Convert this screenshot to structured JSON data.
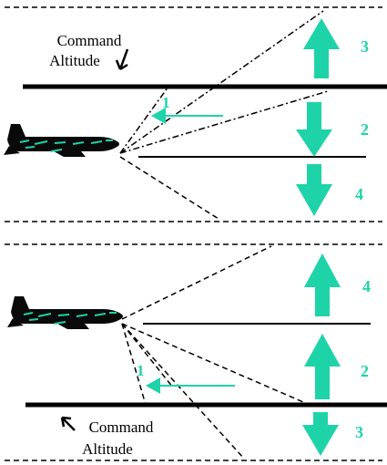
{
  "colors": {
    "accent": "#1fd3a8",
    "line": "#000000",
    "background": "#ffffff"
  },
  "panels": [
    {
      "label_line1": "Command",
      "label_line2": "Altitude",
      "sense_1": "1",
      "arrow_up_label": "3",
      "arrow_mid_label": "2",
      "arrow_low_label": "4"
    },
    {
      "label_line1": "Command",
      "label_line2": "Altitude",
      "sense_1": "1",
      "arrow_up_label": "4",
      "arrow_mid_label": "2",
      "arrow_low_label": "3"
    }
  ],
  "icons": [
    "aircraft-icon",
    "pointer-arrow-icon",
    "arrow-up-icon",
    "arrow-down-icon",
    "arrow-left-icon"
  ]
}
